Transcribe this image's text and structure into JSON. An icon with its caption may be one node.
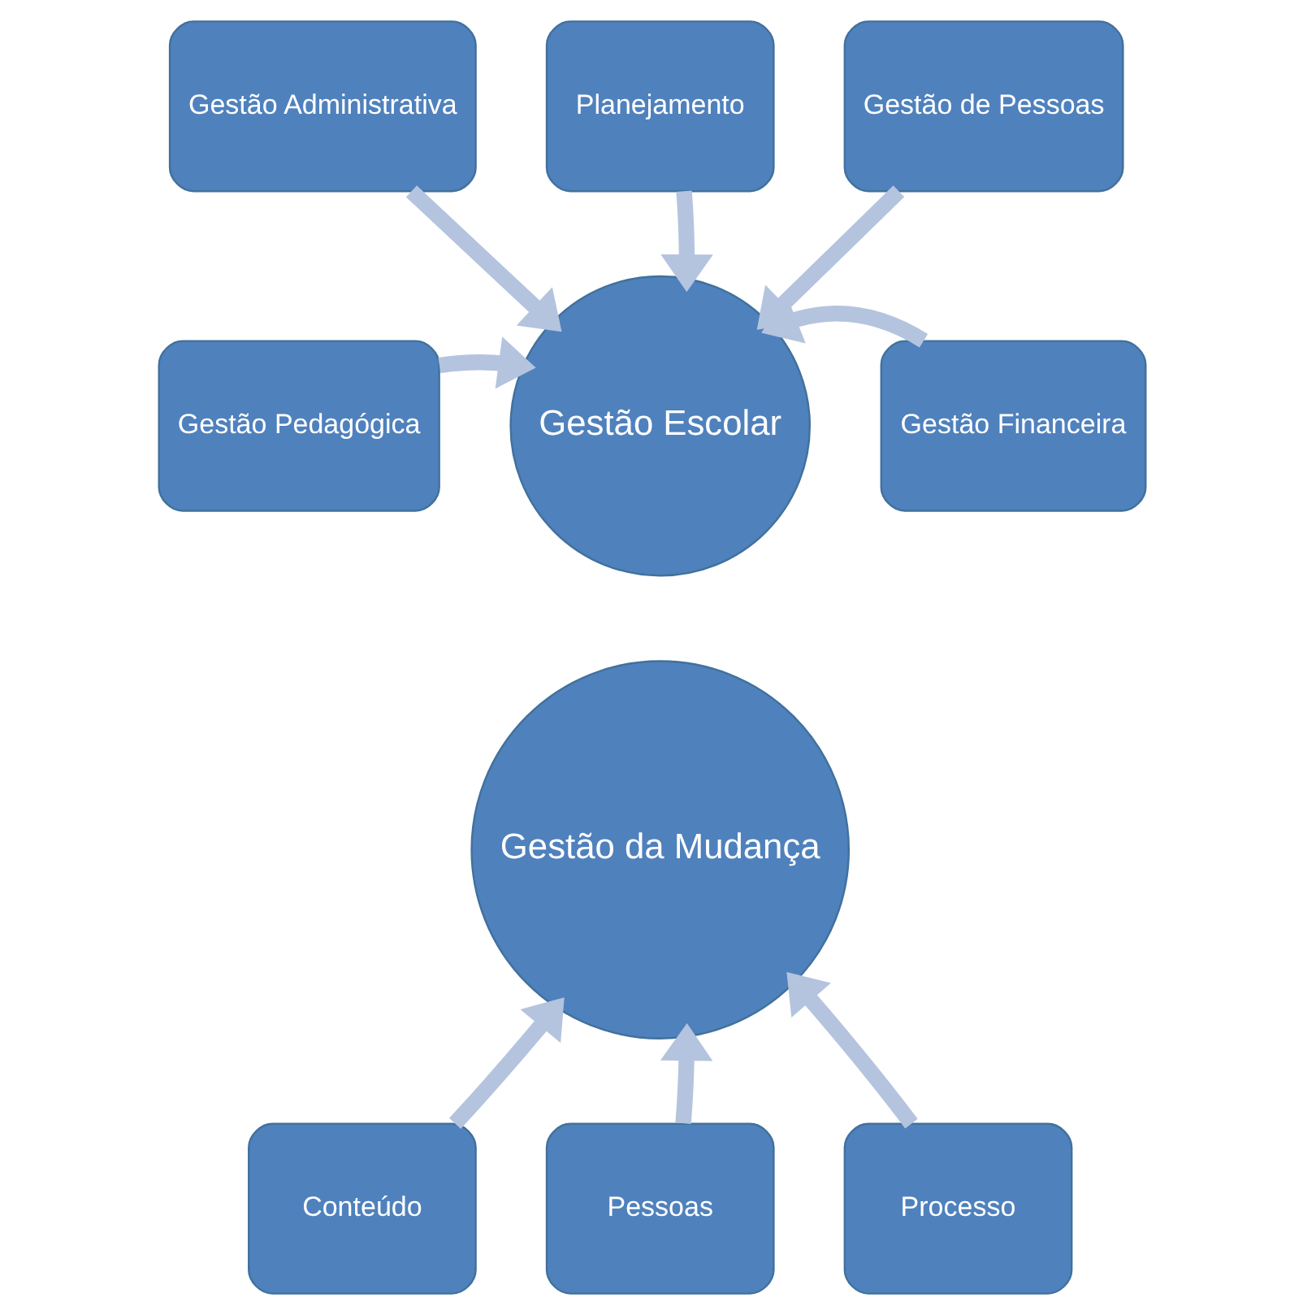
{
  "diagram": {
    "nodes": [
      {
        "text": [
          "Planejamento"
        ]
      },
      {
        "text": [
          "Gestão Administrativa"
        ]
      },
      {
        "text": [
          "Gestão de Pessoas"
        ]
      },
      {
        "text": [
          "Gestão Pedagógica"
        ]
      },
      {
        "text": [
          "Gestão Escolar"
        ]
      },
      {
        "text": [
          "Gestão Financeira"
        ]
      },
      {
        "text": [
          "Gestão da Mudança"
        ]
      },
      {
        "text": [
          "Conteúdo"
        ]
      },
      {
        "text": [
          "Processo"
        ]
      },
      {
        "text": [
          "Pessoas"
        ]
      }
    ],
    "edges": [
      {
        "from": 0,
        "to": 4,
        "arrow": "to"
      },
      {
        "from": 1,
        "to": 4,
        "arrow": "to"
      },
      {
        "from": 2,
        "to": 4,
        "arrow": "to"
      },
      {
        "from": 3,
        "to": 4,
        "arrow": "to"
      },
      {
        "from": 5,
        "to": 4,
        "arrow": "to"
      },
      {
        "from": 7,
        "to": 6,
        "arrow": "to"
      },
      {
        "from": 8,
        "to": 6,
        "arrow": "to"
      },
      {
        "from": 9,
        "to": 6,
        "arrow": "to"
      }
    ]
  }
}
